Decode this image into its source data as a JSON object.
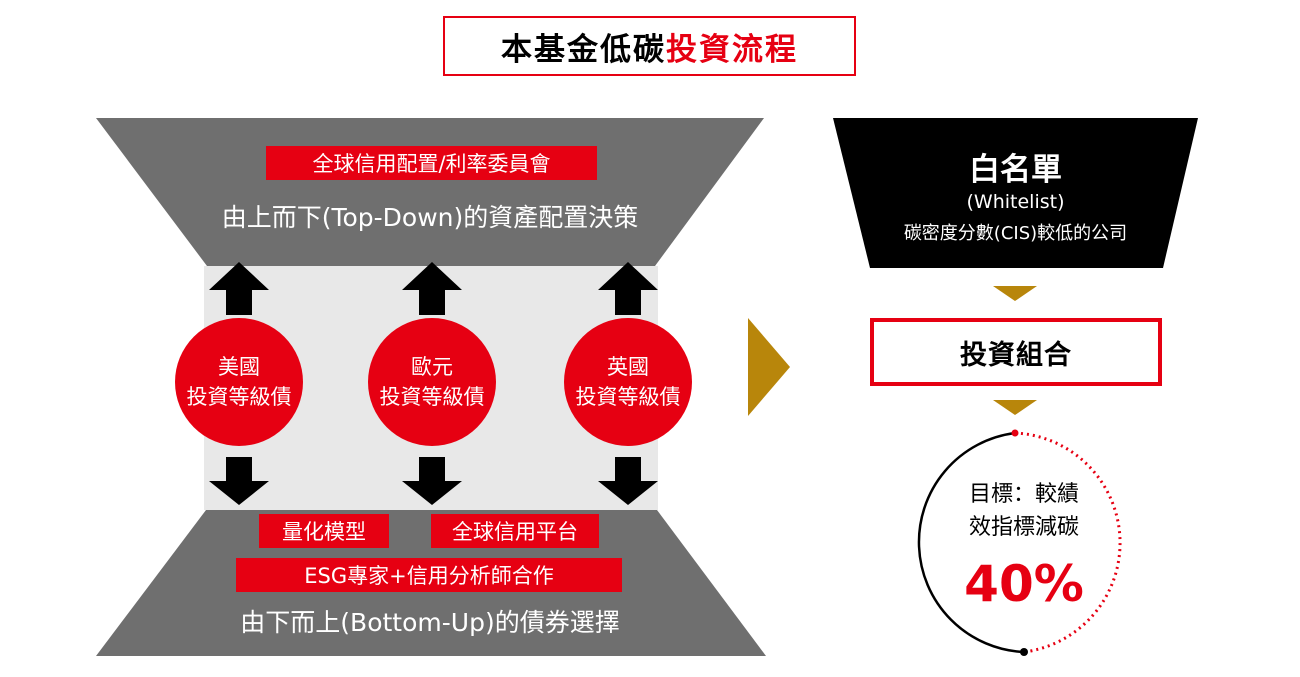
{
  "title": {
    "part1": "本基金低碳",
    "part2": "投資流程"
  },
  "top_section": {
    "label": "全球信用配置/利率委員會",
    "text": "由上而下(Top-Down)的資產配置決策"
  },
  "circles": [
    {
      "line1": "美國",
      "line2": "投資等級債"
    },
    {
      "line1": "歐元",
      "line2": "投資等級債"
    },
    {
      "line1": "英國",
      "line2": "投資等級債"
    }
  ],
  "bottom_section": {
    "label_quant": "量化模型",
    "label_platform": "全球信用平台",
    "label_esg": "ESG專家+信用分析師合作",
    "text": "由下而上(Bottom-Up)的債券選擇"
  },
  "whitelist": {
    "title": "白名單",
    "subtitle": "(Whitelist)",
    "desc": "碳密度分數(CIS)較低的公司"
  },
  "portfolio": {
    "label": "投資組合"
  },
  "goal": {
    "line1": "目標：較績",
    "line2": "效指標減碳",
    "percent": "40%"
  },
  "colors": {
    "accent_red": "#e60012",
    "gray": "#6f6f6f",
    "light_gray": "#e8e8e8",
    "gold": "#b8860b",
    "black": "#000000"
  }
}
